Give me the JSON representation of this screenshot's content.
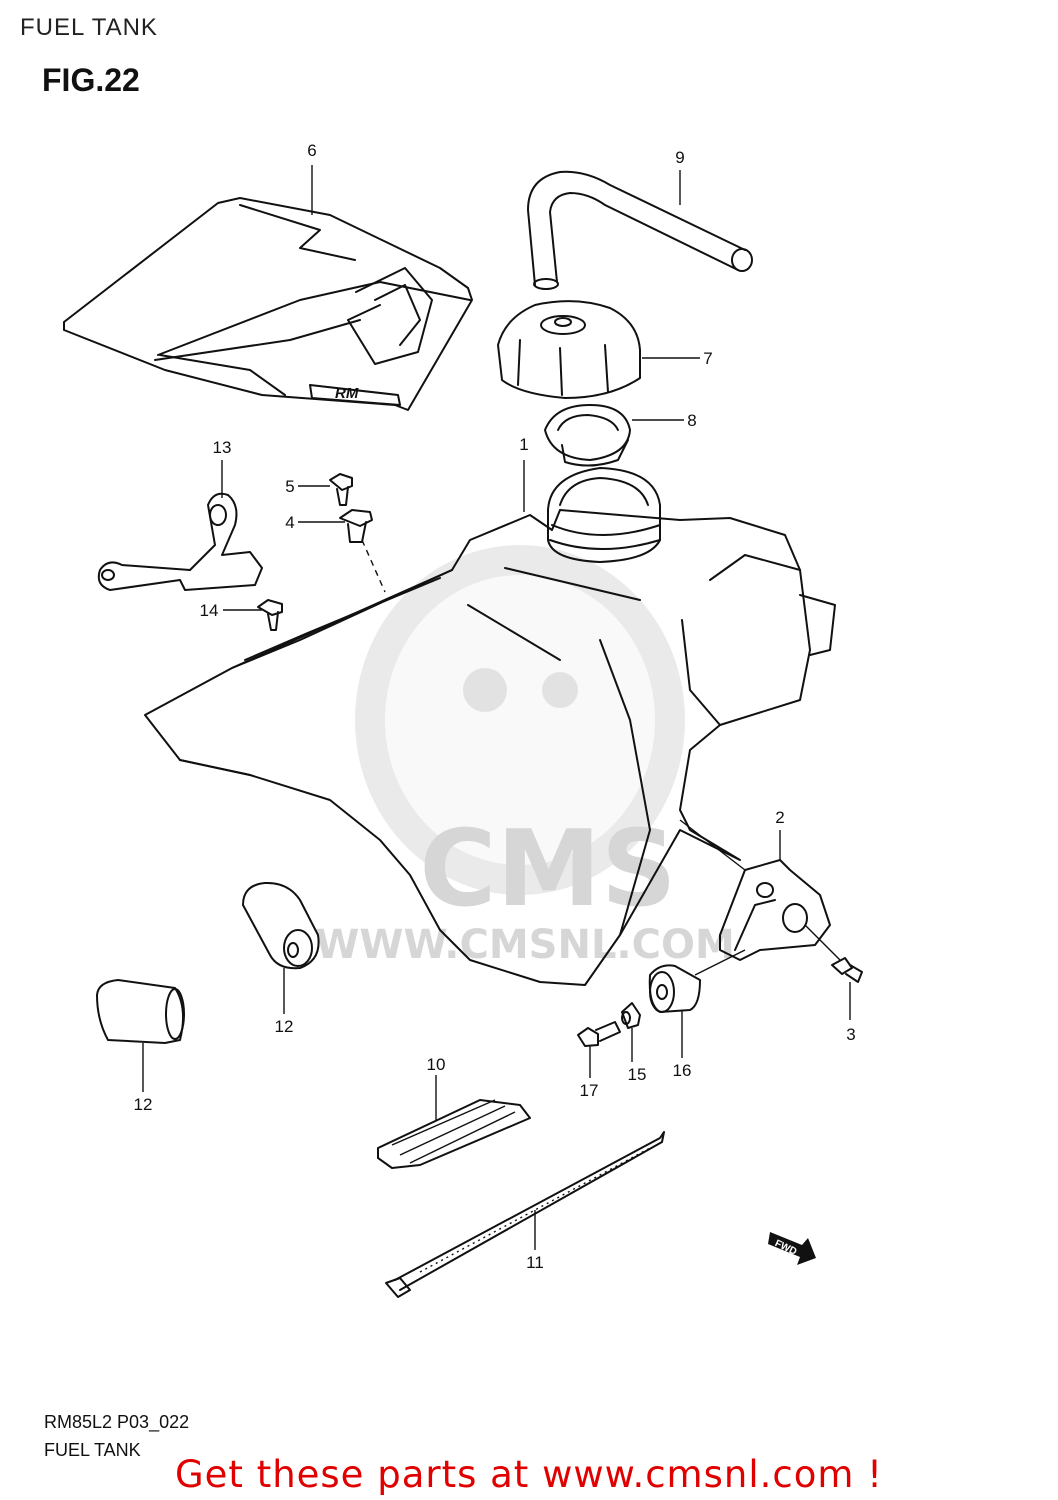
{
  "header": {
    "title": "FUEL TANK",
    "figure": "FIG.22"
  },
  "footer": {
    "code": "RM85L2 P03_022",
    "name": "FUEL TANK"
  },
  "promo": {
    "text": "Get these parts at www.cmsnl.com !"
  },
  "watermark": {
    "brand": "CMS",
    "url": "WWW.CMSNL.COM"
  },
  "decal": {
    "logo_text": "RM"
  },
  "arrow": {
    "label": "FWD"
  },
  "callouts": [
    "1",
    "2",
    "3",
    "4",
    "5",
    "6",
    "7",
    "8",
    "9",
    "10",
    "11",
    "12",
    "12",
    "13",
    "14",
    "15",
    "16",
    "17"
  ],
  "colors": {
    "promo": "#e10000",
    "lines": "#111111",
    "watermark": "#d8d8d8"
  }
}
